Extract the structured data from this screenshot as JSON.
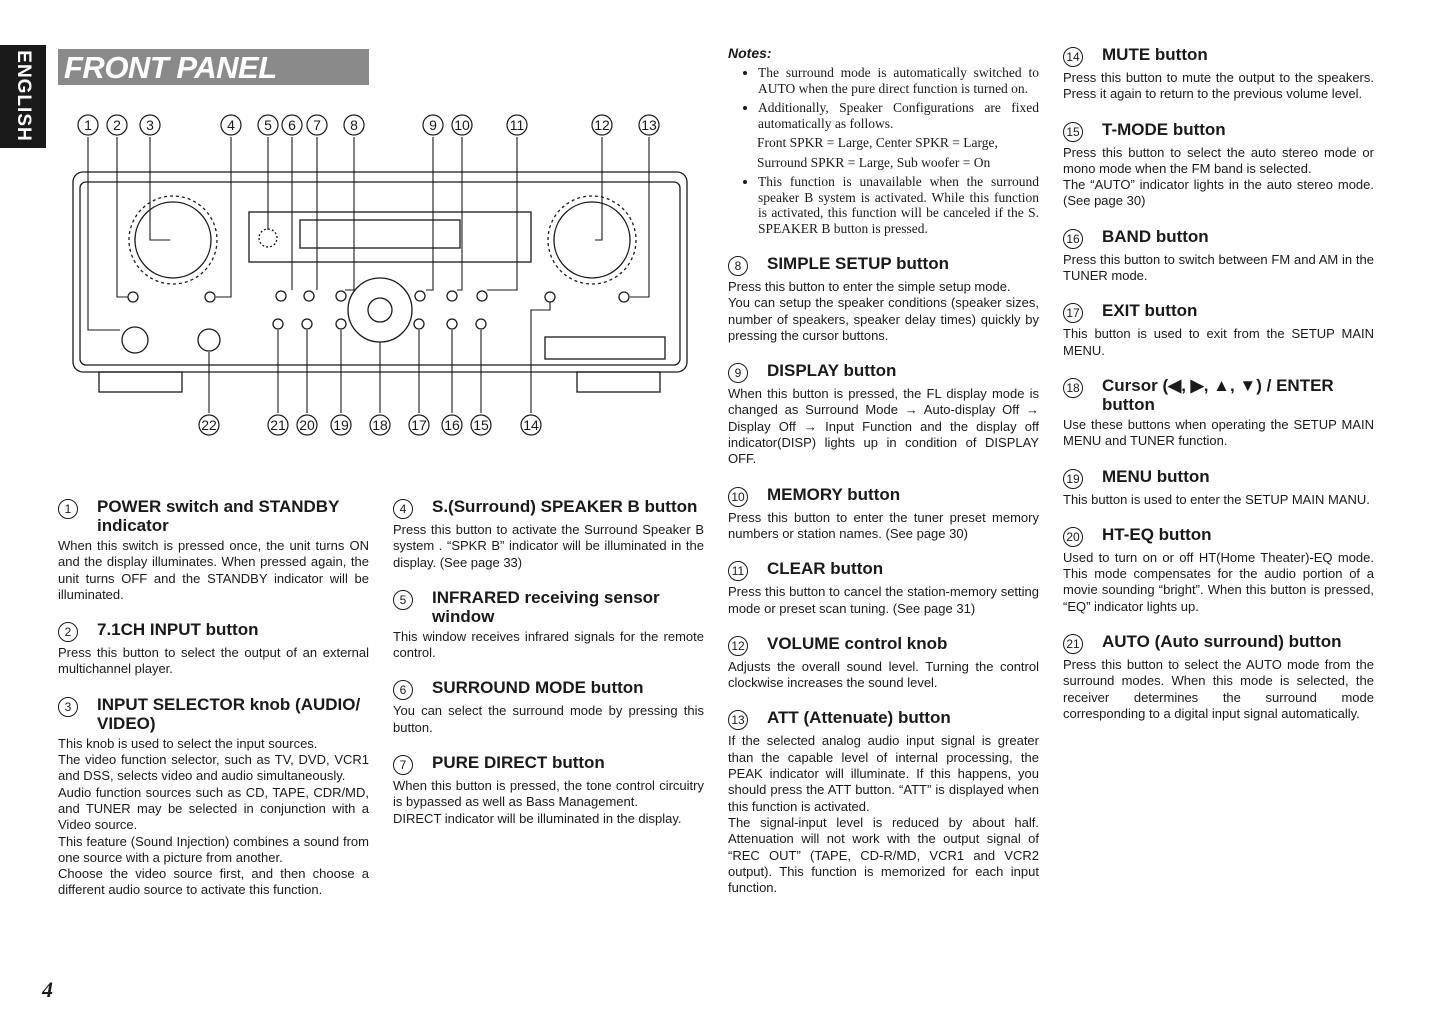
{
  "side_tab": "ENGLISH",
  "title": "FRONT PANEL",
  "page_number": "4",
  "panel_callouts": {
    "top": [
      "1",
      "2",
      "3",
      "4",
      "5",
      "6",
      "7",
      "8",
      "9",
      "10",
      "11",
      "12",
      "13"
    ],
    "bottom": [
      "22",
      "21",
      "20",
      "19",
      "18",
      "17",
      "16",
      "15",
      "14"
    ]
  },
  "notes": {
    "title": "Notes:",
    "items": [
      "The surround mode is automatically switched to AUTO when the pure direct function is turned on.",
      "Additionally, Speaker Configurations are fixed automatically as follows.",
      "Front SPKR = Large, Center SPKR = Large,",
      "Surround SPKR = Large, Sub woofer = On",
      "This function is unavailable when the surround speaker B system is activated. While this function is activated, this function will be canceled if the S. SPEAKER B button is pressed."
    ]
  },
  "sections": [
    {
      "num": "1",
      "title": "POWER switch and STANDBY indicator",
      "body": [
        "When this switch is pressed once, the unit turns ON and the display illuminates. When pressed again, the unit turns OFF and the STANDBY indicator will be illuminated."
      ]
    },
    {
      "num": "2",
      "title": "7.1CH INPUT button",
      "body": [
        "Press this button to select the output of an external multichannel player."
      ]
    },
    {
      "num": "3",
      "title": "INPUT SELECTOR knob (AUDIO/ VIDEO)",
      "body": [
        "This knob is used to select the input sources.",
        "The video function selector, such as TV, DVD, VCR1 and DSS, selects video and audio simultaneously.",
        "Audio function sources such as CD, TAPE, CDR/MD, and TUNER may be selected in conjunction with a Video source.",
        "This feature (Sound Injection) combines a sound from one source with a picture from another.",
        "Choose the video source first, and then choose a different audio source to activate this function."
      ]
    },
    {
      "num": "4",
      "title": "S.(Surround) SPEAKER B button",
      "body": [
        "Press this button to activate the Surround Speaker B system . “SPKR B” indicator will be illuminated in the display. (See page 33)"
      ]
    },
    {
      "num": "5",
      "title": "INFRARED receiving sensor window",
      "body": [
        "This window receives infrared signals for the remote control."
      ]
    },
    {
      "num": "6",
      "title": "SURROUND MODE button",
      "body": [
        "You can select the surround mode by pressing this button."
      ]
    },
    {
      "num": "7",
      "title": "PURE DIRECT button",
      "body": [
        "When this button is pressed, the tone control circuitry is bypassed as well as Bass Management.",
        "DIRECT indicator will be illuminated in the display."
      ]
    },
    {
      "num": "8",
      "title": "SIMPLE SETUP button",
      "body": [
        "Press this button to enter the simple setup mode.",
        "You can setup the speaker conditions (speaker sizes, number of speakers, speaker delay times) quickly by pressing the cursor buttons."
      ]
    },
    {
      "num": "9",
      "title": "DISPLAY button",
      "body": [
        "When this button is pressed, the FL display mode is changed as Surround Mode → Auto-display Off → Display Off → Input Function  and the display off indicator(DISP) lights up in condition of DISPLAY OFF."
      ]
    },
    {
      "num": "10",
      "title": "MEMORY button",
      "body": [
        "Press this button to enter the tuner preset memory numbers or station names. (See page 30)"
      ]
    },
    {
      "num": "11",
      "title": "CLEAR button",
      "body": [
        "Press this button to cancel the station-memory setting mode or preset scan tuning. (See page 31)"
      ]
    },
    {
      "num": "12",
      "title": "VOLUME control knob",
      "body": [
        "Adjusts the overall sound level. Turning the control clockwise increases the sound level."
      ]
    },
    {
      "num": "13",
      "title": "ATT (Attenuate) button",
      "body": [
        "If the selected analog audio input signal is greater than the capable level of internal processing, the PEAK indicator will illuminate. If this happens, you should press the ATT button. “ATT” is displayed when this function is activated.",
        "The signal-input level is reduced by about half. Attenuation will not work with the output signal of “REC OUT” (TAPE, CD-R/MD, VCR1 and VCR2 output). This function is memorized for each input function."
      ]
    },
    {
      "num": "14",
      "title": "MUTE button",
      "body": [
        "Press this button to mute the output to the speakers. Press it again to return to the previous volume level."
      ]
    },
    {
      "num": "15",
      "title": "T-MODE button",
      "body": [
        "Press this button to select the auto stereo mode or mono mode when the FM band is selected.",
        "The “AUTO” indicator lights in the auto stereo mode. (See page 30)"
      ]
    },
    {
      "num": "16",
      "title": "BAND button",
      "body": [
        "Press this button to switch between FM and AM in the TUNER mode."
      ]
    },
    {
      "num": "17",
      "title": "EXIT button",
      "body": [
        "This button is used to exit from the SETUP MAIN MENU."
      ]
    },
    {
      "num": "18",
      "title": "Cursor (◀, ▶, ▲, ▼) / ENTER button",
      "body": [
        "Use these buttons when operating the SETUP MAIN MENU and TUNER function."
      ]
    },
    {
      "num": "19",
      "title": "MENU button",
      "body": [
        "This button is used to enter the SETUP MAIN MANU."
      ]
    },
    {
      "num": "20",
      "title": "HT-EQ button",
      "body": [
        "Used to turn on or off HT(Home Theater)-EQ mode. This mode compensates for the audio portion of a movie sounding “bright”. When this button is pressed, “EQ” indicator lights up."
      ]
    },
    {
      "num": "21",
      "title": "AUTO (Auto surround) button",
      "body": [
        "Press this button to select the AUTO mode from the surround modes. When this mode is selected, the receiver determines the surround mode corresponding to a digital input signal automatically."
      ]
    }
  ]
}
